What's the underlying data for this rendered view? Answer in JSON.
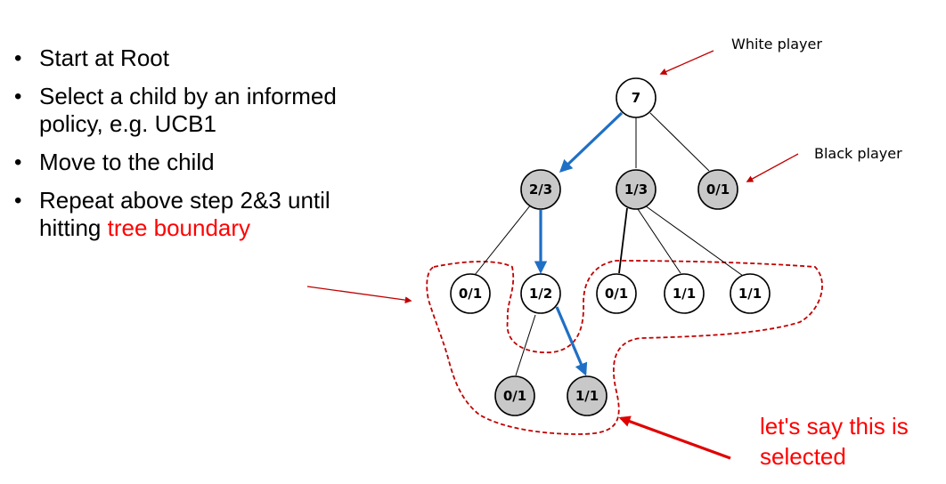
{
  "bullets": [
    {
      "text": "Start at Root"
    },
    {
      "text": "Select a child by an informed policy, e.g. UCB1"
    },
    {
      "text": "Move to the child"
    },
    {
      "text": "Repeat above step 2&3 until hitting ",
      "highlight": "tree boundary"
    }
  ],
  "annotations": {
    "white_player": "White player",
    "black_player": "Black player",
    "selected_callout": "let's say this is selected"
  },
  "tree": {
    "root": "7",
    "level1": [
      "2/3",
      "1/3",
      "0/1"
    ],
    "level2": [
      "0/1",
      "1/2",
      "0/1",
      "1/1",
      "1/1"
    ],
    "level3": [
      "0/1",
      "1/1"
    ]
  },
  "colors": {
    "white_node": "#ffffff",
    "gray_node": "#c8c8c8",
    "selection_path": "#1f6fc5",
    "boundary": "#c00000",
    "pointer_arrow": "#c00000",
    "highlight_text": "#ff0000"
  }
}
